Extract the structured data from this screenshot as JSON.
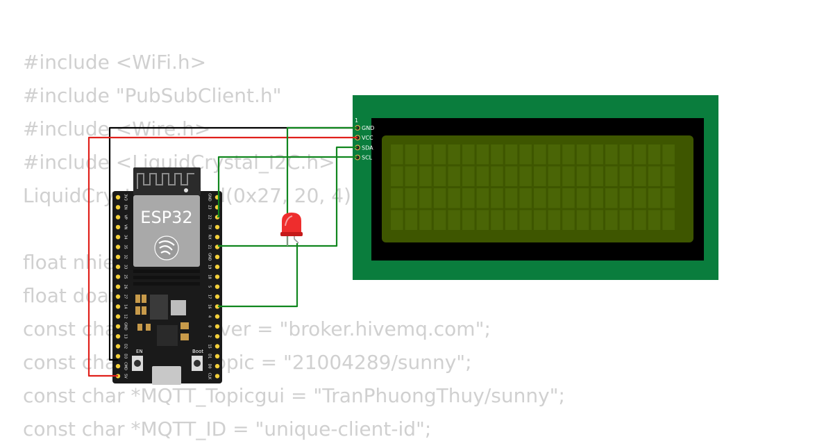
{
  "code_lines": [
    "#include <WiFi.h>",
    "#include \"PubSubClient.h\"",
    "#include <Wire.h>",
    "#include <LiquidCrystal_I2C.h>",
    "LiquidCrystal_I2C lcd(0x27, 20, 4);",
    "",
    "float nhietdo;",
    "float doam;",
    "const char *mqttServer = \"broker.hivemq.com\";",
    "const char *MQTT_Topic = \"21004289/sunny\";",
    "const char *MQTT_Topicgui = \"TranPhuongThuy/sunny\";",
    "const char *MQTT_ID = \"unique-client-id\";"
  ],
  "esp32": {
    "chip_label": "ESP32",
    "en_label": "EN",
    "boot_label": "Boot",
    "left_pins": [
      "3V3",
      "EN",
      "VP",
      "VN",
      "34",
      "35",
      "32",
      "33",
      "25",
      "26",
      "27",
      "14",
      "12",
      "GND",
      "13",
      "D2",
      "D3",
      "CMD",
      "5V"
    ],
    "right_pins": [
      "GND",
      "23",
      "22",
      "TX",
      "RX",
      "21",
      "GND",
      "19",
      "18",
      "5",
      "17",
      "16",
      "4",
      "0",
      "2",
      "15",
      "D1",
      "D0",
      "CLK"
    ]
  },
  "lcd": {
    "pin1_marker": "1",
    "pins": [
      "GND",
      "VCC",
      "SDA",
      "SCL"
    ],
    "rows": 4,
    "cols": 20
  },
  "colors": {
    "wire_gnd": "#000000",
    "wire_vcc": "#e0201b",
    "wire_signal": "#10861e",
    "lcd_board": "#0a7d3d",
    "lcd_screen": "#3e5600",
    "led": "#ee2d2d"
  }
}
